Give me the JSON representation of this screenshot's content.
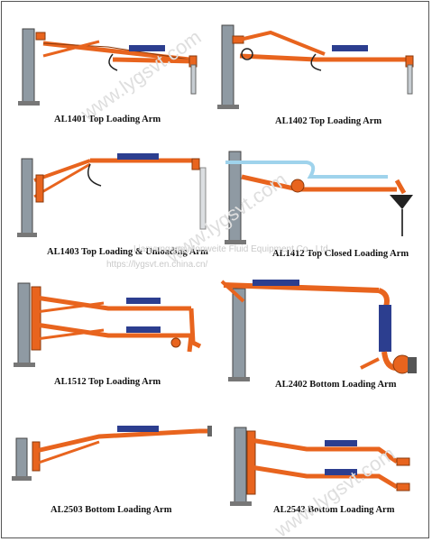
{
  "captions": {
    "al1401": "AL1401 Top Loading Arm",
    "al1402": "AL1402 Top Loading Arm",
    "al1403": "AL1403 Top Loading & Unloading Arm",
    "al1412": "AL1412 Top Closed Loading Arm",
    "al1512": "AL1512 Top Loading Arm",
    "al2402": "AL2402 Bottom Loading Arm",
    "al2503": "AL2503 Bottom Loading Arm",
    "al2543": "AL2543 Bottom Loading Arm"
  },
  "watermarks": {
    "company": "Lianyungang Monweite Fluid Equipment Co., Ltd.",
    "url": "https://lygsvt.en.china.cn/",
    "diagonal": "www.lygsvt.com"
  },
  "colors": {
    "arm_orange": "#e8641e",
    "arm_outline": "#8a3a0c",
    "post_gray": "#8f9aa3",
    "cylinder_blue": "#2c3e8f",
    "closed_pipe_blue": "#9fd3ec",
    "hose_black": "#222222"
  }
}
